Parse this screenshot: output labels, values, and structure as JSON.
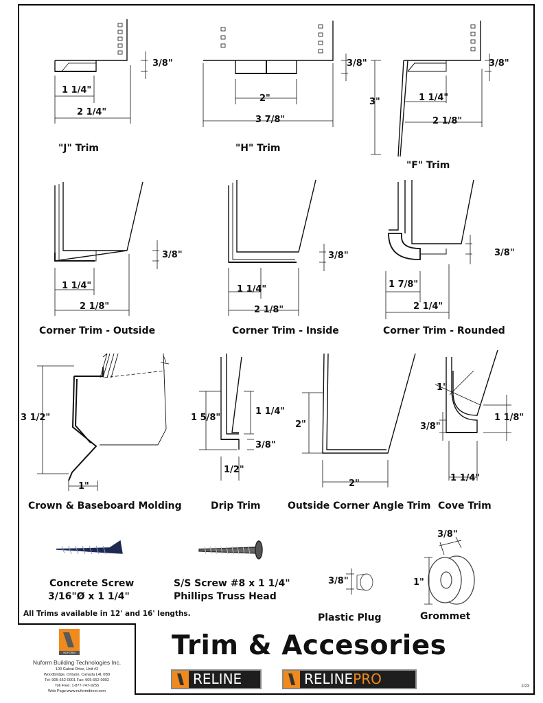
{
  "trims": {
    "j_trim": "\"J\"  Trim",
    "h_trim": "\"H\"  Trim",
    "f_trim": "\"F\" Trim",
    "corner_outside": "Corner Trim - Outside",
    "corner_inside": "Corner Trim - Inside",
    "corner_rounded": "Corner Trim - Rounded",
    "crown": "Crown & Baseboard Molding",
    "drip": "Drip Trim",
    "outside_corner_angle": "Outside Corner Angle Trim",
    "cove": "Cove Trim"
  },
  "dimensions": {
    "three_eighths": "3/8\"",
    "one_quarter_1": "1 1/4\"",
    "two_quarter": "2 1/4\"",
    "two_inch": "2\"",
    "three_seven_eighths": "3 7/8\"",
    "three_inch": "3\"",
    "two_eighth": "2 1/8\"",
    "one_seven_eighths": "1 7/8\"",
    "three_half": "3 1/2\"",
    "one_inch": "1\"",
    "one_five_eighths": "1 5/8\"",
    "half": "1/2\"",
    "one_eighth": "1 1/8\""
  },
  "accessories": {
    "concrete_screw_name": "Concrete Screw",
    "concrete_screw_size": "3/16\"Ø x 1 1/4\"",
    "ss_screw_name": "S/S Screw #8 x 1 1/4\"",
    "ss_screw_head": "Phillips Truss Head",
    "plastic_plug": "Plastic Plug",
    "grommet": "Grommet"
  },
  "note": "All  Trims available in 12' and 16' lengths.",
  "company": {
    "logo_tag": "NUFORM",
    "name": "Nuform Building Technologies Inc.",
    "address1": "100 Galcat Drive, Unit #2",
    "address2": "Woodbridge, Ontario, Canada L4L 0B9",
    "phone": "Tel: 905-652-0001   Fax: 905-652-0002",
    "tollfree": "Toll Free: 1-877-747-9255",
    "web": "Web Page:www.nuformdirect.com"
  },
  "title": "Trim & Accesories",
  "brands": {
    "reline": "RELINE",
    "relinepro_a": "RELINE",
    "relinepro_b": "PRO"
  },
  "doc_code": "2/23",
  "colors": {
    "accent": "#f08a1c",
    "ink": "#111111"
  }
}
